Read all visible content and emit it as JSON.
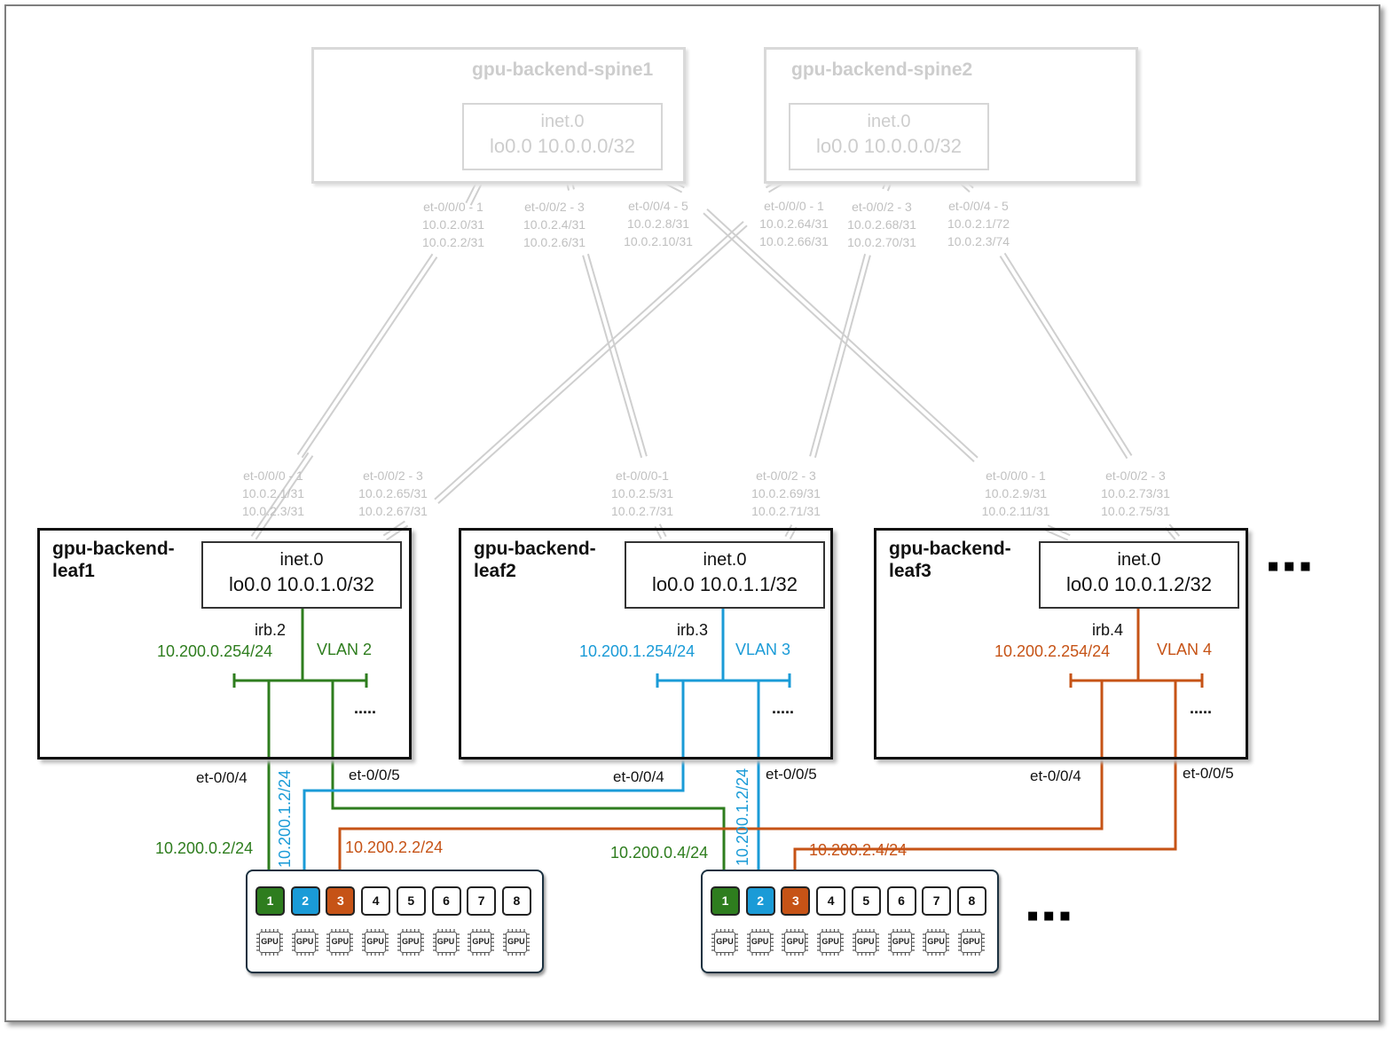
{
  "spines": [
    {
      "name": "gpu-backend-spine1",
      "table": "inet.0",
      "loopback": "lo0.0 10.0.0.0/32",
      "port_labels": [
        {
          "ports": "et-0/0/0 - 1",
          "ip1": "10.0.2.0/31",
          "ip2": "10.0.2.2/31"
        },
        {
          "ports": "et-0/0/2 - 3",
          "ip1": "10.0.2.4/31",
          "ip2": "10.0.2.6/31"
        },
        {
          "ports": "et-0/0/4 - 5",
          "ip1": "10.0.2.8/31",
          "ip2": "10.0.2.10/31"
        }
      ]
    },
    {
      "name": "gpu-backend-spine2",
      "table": "inet.0",
      "loopback": "lo0.0 10.0.0.0/32",
      "port_labels": [
        {
          "ports": "et-0/0/0 - 1",
          "ip1": "10.0.2.64/31",
          "ip2": "10.0.2.66/31"
        },
        {
          "ports": "et-0/0/2 - 3",
          "ip1": "10.0.2.68/31",
          "ip2": "10.0.2.70/31"
        },
        {
          "ports": "et-0/0/4 - 5",
          "ip1": "10.0.2.1/72",
          "ip2": "10.0.2.3/74"
        }
      ]
    }
  ],
  "leaves": [
    {
      "name_line1": "gpu-backend-",
      "name_line2": "leaf1",
      "table": "inet.0",
      "loopback": "lo0.0 10.0.1.0/32",
      "irb": "irb.2",
      "irb_ip": "10.200.0.254/24",
      "vlan": "VLAN 2",
      "more": ".....",
      "color": "#2e7d1e",
      "port_labels": [
        {
          "ports": "et-0/0/0 - 1",
          "ip1": "10.0.2.1/31",
          "ip2": "10.0.2.3/31"
        },
        {
          "ports": "et-0/0/2 - 3",
          "ip1": "10.0.2.65/31",
          "ip2": "10.0.2.67/31"
        }
      ],
      "port_a": "et-0/0/4",
      "port_b": "et-0/0/5"
    },
    {
      "name_line1": "gpu-backend-",
      "name_line2": "leaf2",
      "table": "inet.0",
      "loopback": "lo0.0 10.0.1.1/32",
      "irb": "irb.3",
      "irb_ip": "10.200.1.254/24",
      "vlan": "VLAN 3",
      "more": ".....",
      "color": "#1a9bd7",
      "port_labels": [
        {
          "ports": "et-0/0/0-1",
          "ip1": "10.0.2.5/31",
          "ip2": "10.0.2.7/31"
        },
        {
          "ports": "et-0/0/2 - 3",
          "ip1": "10.0.2.69/31",
          "ip2": "10.0.2.71/31"
        }
      ],
      "port_a": "et-0/0/4",
      "port_b": "et-0/0/5"
    },
    {
      "name_line1": "gpu-backend-",
      "name_line2": "leaf3",
      "table": "inet.0",
      "loopback": "lo0.0 10.0.1.2/32",
      "irb": "irb.4",
      "irb_ip": "10.200.2.254/24",
      "vlan": "VLAN 4",
      "more": ".....",
      "color": "#c65316",
      "port_labels": [
        {
          "ports": "et-0/0/0 - 1",
          "ip1": "10.0.2.9/31",
          "ip2": "10.0.2.11/31"
        },
        {
          "ports": "et-0/0/2 - 3",
          "ip1": "10.0.2.73/31",
          "ip2": "10.0.2.75/31"
        }
      ],
      "port_a": "et-0/0/4",
      "port_b": "et-0/0/5"
    }
  ],
  "server_links": {
    "s1_green": "10.200.0.2/24",
    "s1_blue": "10.200.1.2/24",
    "s1_orange": "10.200.2.2/24",
    "s2_green": "10.200.0.4/24",
    "s2_blue": "10.200.1.2/24",
    "s2_orange": "10.200.2.4/24"
  },
  "servers": [
    {
      "nics": [
        "1",
        "2",
        "3",
        "4",
        "5",
        "6",
        "7",
        "8"
      ],
      "gpu_label": "GPU"
    },
    {
      "nics": [
        "1",
        "2",
        "3",
        "4",
        "5",
        "6",
        "7",
        "8"
      ],
      "gpu_label": "GPU"
    }
  ],
  "colors": {
    "green": "#2e7d1e",
    "blue": "#1a9bd7",
    "orange": "#c65316",
    "faded": "#cfcfcf",
    "dark": "#111111"
  },
  "ellipsis": "▪▪▪"
}
